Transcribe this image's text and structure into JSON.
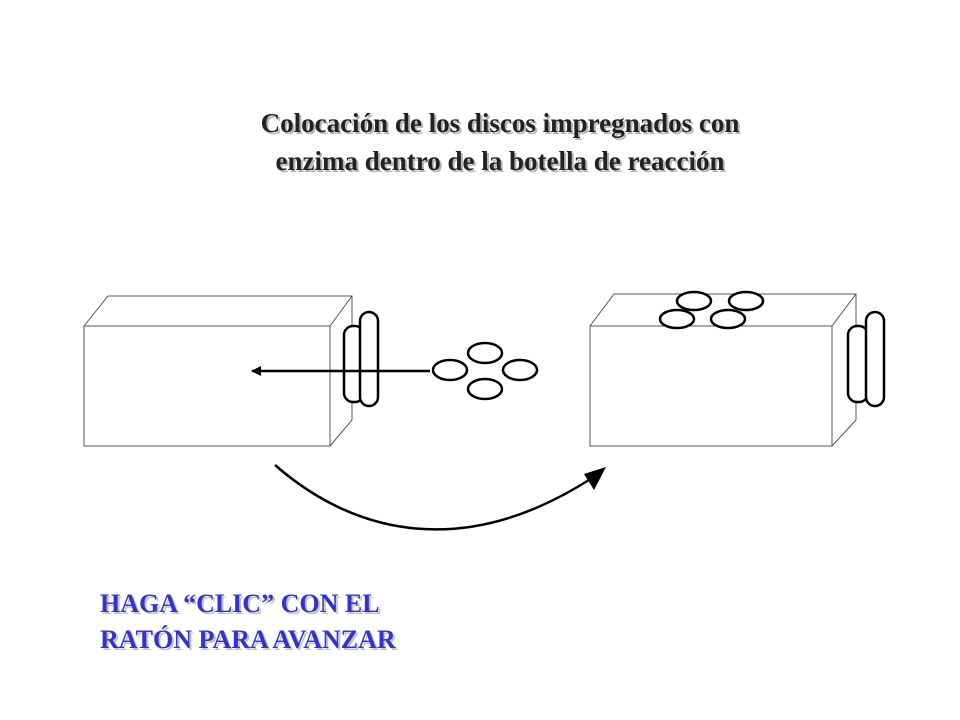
{
  "slide": {
    "title_line1": "Colocación de los discos impregnados con",
    "title_line2": "enzima dentro de la botella de reacción",
    "advance_line1": "HAGA “CLIC” CON EL",
    "advance_line2": "RATÓN PARA AVANZAR"
  },
  "colors": {
    "prompt_text": "#3333cc",
    "line": "#000000",
    "box_line": "#555555"
  },
  "icons": {
    "insert_arrow": "arrow-left-icon",
    "transition_arrow": "curved-arrow-icon"
  }
}
